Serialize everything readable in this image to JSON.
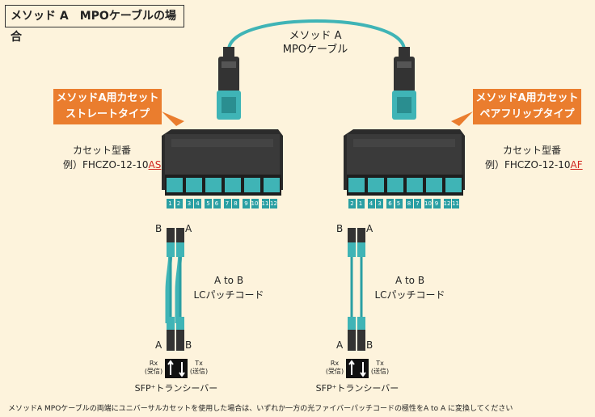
{
  "title": "メソッド A　MPOケーブルの場合",
  "mpo_cable": {
    "line1": "メソッド A",
    "line2": "MPOケーブル"
  },
  "left_cassette": {
    "callout_line1": "メソッドA用カセット",
    "callout_line2": "ストレートタイプ",
    "model_label": "カセット型番",
    "model_prefix": "例）FHCZO-12-10",
    "model_suffix": "AS",
    "ports": [
      "1",
      "2",
      "3",
      "4",
      "5",
      "6",
      "7",
      "8",
      "9",
      "10",
      "11",
      "12"
    ]
  },
  "right_cassette": {
    "callout_line1": "メソッドA用カセット",
    "callout_line2": "ペアフリップタイプ",
    "model_label": "カセット型番",
    "model_prefix": "例）FHCZO-12-10",
    "model_suffix": "AF",
    "ports": [
      "2",
      "1",
      "4",
      "3",
      "6",
      "5",
      "8",
      "7",
      "10",
      "9",
      "12",
      "11"
    ]
  },
  "patch_cord": {
    "top_left": "B",
    "top_right": "A",
    "label_line1": "A to B",
    "label_line2": "LCパッチコード",
    "bottom_left": "A",
    "bottom_right": "B"
  },
  "transceiver": {
    "rx": "Rx",
    "rx_sub": "(受信)",
    "tx": "Tx",
    "tx_sub": "(送信)",
    "label": "SFP⁺トランシーバー"
  },
  "footnote": "メソッドA MPOケーブルの両端にユニバーサルカセットを使用した場合は、いずれか一方の光ファイバーパッチコードの極性をA to A に変換してください",
  "colors": {
    "background": "#fdf3dc",
    "callout": "#ea7d2e",
    "aqua": "#3fb4b6",
    "port": "#2a9fa3",
    "cassette": "#2b2b2b",
    "model_suffix": "#d0251e"
  }
}
